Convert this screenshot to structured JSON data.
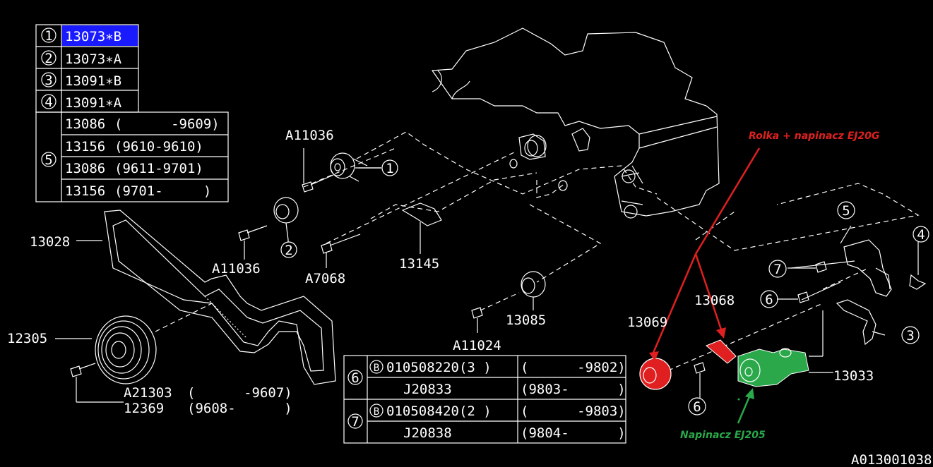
{
  "parts_table": {
    "rows": [
      {
        "num": "1",
        "code": "13073∗B",
        "highlighted": true
      },
      {
        "num": "2",
        "code": "13073∗A"
      },
      {
        "num": "3",
        "code": "13091∗B"
      },
      {
        "num": "4",
        "code": "13091∗A"
      }
    ],
    "group5": {
      "num": "5",
      "rows": [
        {
          "code": "13086",
          "range": "(      -9609)"
        },
        {
          "code": "13156",
          "range": "(9610-9610)"
        },
        {
          "code": "13086",
          "range": "(9611-9701)"
        },
        {
          "code": "13156",
          "range": "(9701-     )"
        }
      ]
    }
  },
  "bolt_table": {
    "groups": [
      {
        "num": "6",
        "rows": [
          {
            "part": "010508220(3 )",
            "has_b": true,
            "range": "(      -9802)"
          },
          {
            "part": "J20833",
            "has_b": false,
            "range": "(9803-      )"
          }
        ]
      },
      {
        "num": "7",
        "rows": [
          {
            "part": "010508420(2 )",
            "has_b": true,
            "range": "(      -9803)"
          },
          {
            "part": "J20838",
            "has_b": false,
            "range": "(9804-      )"
          }
        ]
      }
    ]
  },
  "labels": {
    "a11036_top": "A11036",
    "a11036_mid": "A11036",
    "a7068": "A7068",
    "p13145": "13145",
    "p13028": "13028",
    "p12305": "12305",
    "a21303": "A21303",
    "a21303_range": "(      -9607)",
    "p12369": "12369",
    "p12369_range": "(9608-      )",
    "p13085": "13085",
    "a11024": "A11024",
    "p13069": "13069",
    "p13068": "13068",
    "p13033": "13033",
    "footer_code": "A013001038"
  },
  "callouts": {
    "c1": "1",
    "c2": "2",
    "c3": "3",
    "c4": "4",
    "c5": "5",
    "c6a": "6",
    "c6b": "6",
    "c7": "7"
  },
  "annotations": {
    "red_note": "Rolka + napinacz EJ20G",
    "green_note": "Napinacz EJ205"
  },
  "colors": {
    "background": "#000000",
    "line": "#ffffff",
    "highlight": "#1a1aff",
    "annotation_red": "#e02020",
    "annotation_green": "#2aa84a"
  }
}
